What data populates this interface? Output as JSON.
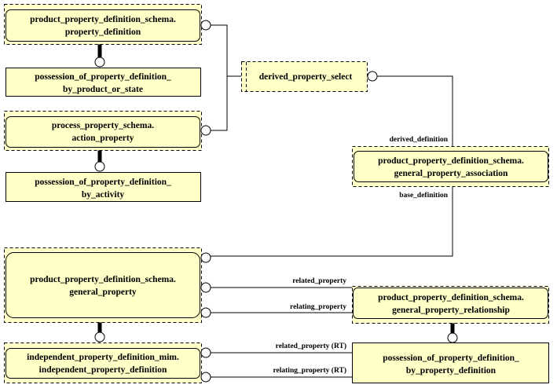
{
  "diagram": {
    "entities": {
      "property_definition": [
        "product_property_definition_schema.",
        "property_definition"
      ],
      "possession_by_product": [
        "possession_of_property_definition_",
        "by_product_or_state"
      ],
      "action_property": [
        "process_property_schema.",
        "action_property"
      ],
      "possession_by_activity": [
        "possession_of_property_definition_",
        "by_activity"
      ],
      "derived_property_select": [
        "derived_property_select"
      ],
      "general_property_association": [
        "product_property_definition_schema.",
        "general_property_association"
      ],
      "general_property": [
        "product_property_definition_schema.",
        "general_property"
      ],
      "independent_property_definition": [
        "independent_property_definition_mim.",
        "independent_property_definition"
      ],
      "general_property_relationship": [
        "product_property_definition_schema.",
        "general_property_relationship"
      ],
      "possession_by_property_definition": [
        "possession_of_property_definition_",
        "by_property_definition"
      ]
    },
    "roles": {
      "derived_definition": "derived_definition",
      "base_definition": "base_definition",
      "related_property": "related_property",
      "relating_property": "relating_property",
      "related_property_rt": "related_property (RT)",
      "relating_property_rt": "relating_property (RT)"
    }
  }
}
